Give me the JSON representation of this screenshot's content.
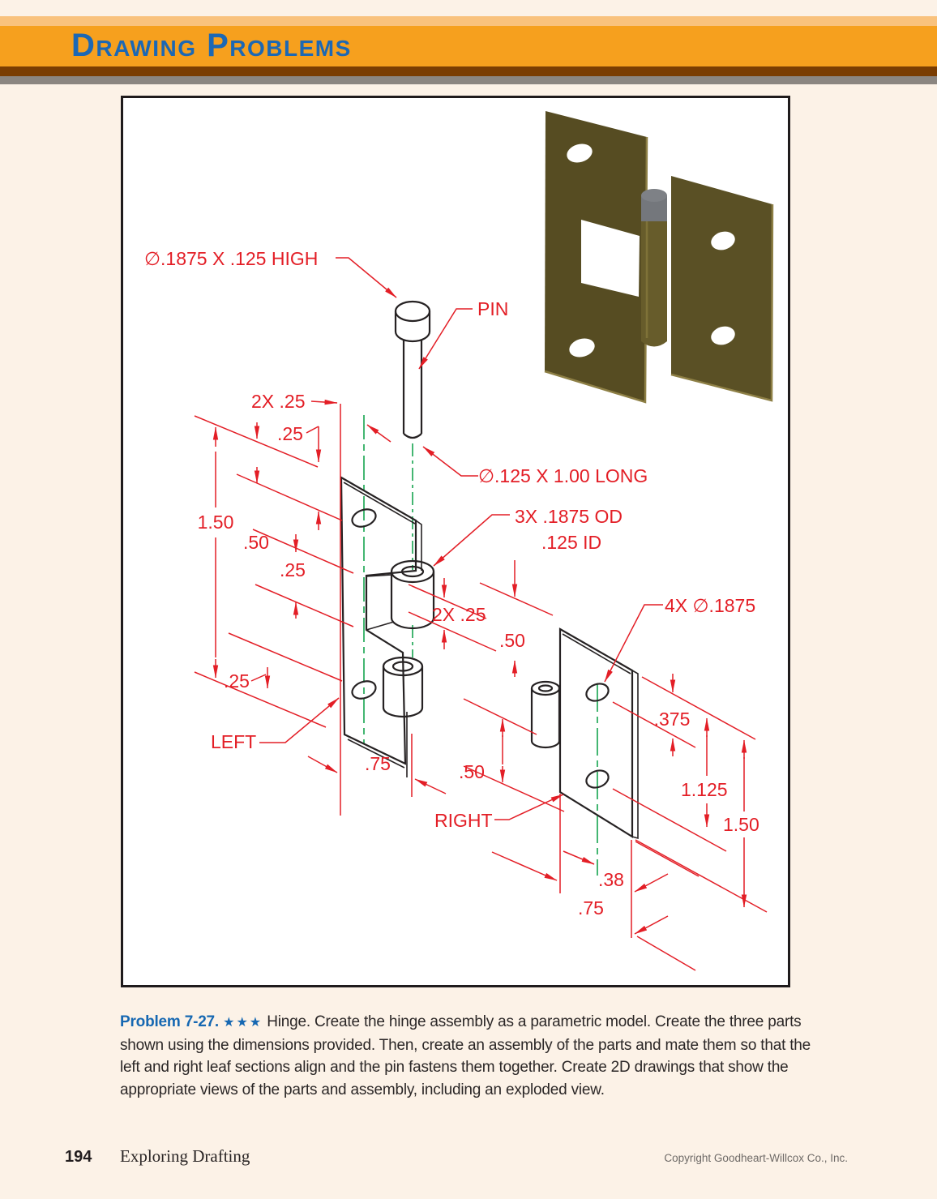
{
  "header": {
    "title": "Drawing Problems"
  },
  "figure": {
    "labels": {
      "dia_head": "∅.1875 X .125 HIGH",
      "pin": "PIN",
      "two_x_25_top": "2X .25",
      "p25_top": ".25",
      "dia_pin": "∅.125 X 1.00 LONG",
      "od": "3X .1875 OD",
      "id": ".125 ID",
      "p150_left": "1.50",
      "p50_left": ".50",
      "p25_mid": ".25",
      "two_x_25_mid": "2X .25",
      "p50_mid": ".50",
      "four_x_dia": "4X ∅.1875",
      "p25_low": ".25",
      "p375": ".375",
      "left": "LEFT",
      "p75_left": ".75",
      "p50_low": ".50",
      "p1125": "1.125",
      "right": "RIGHT",
      "p150_right": "1.50",
      "p38": ".38",
      "p75_right": ".75"
    }
  },
  "caption": {
    "problem_label": "Problem 7-27.",
    "stars": "★★★",
    "body": "Hinge. Create the hinge assembly as a parametric model. Create the three parts shown using the dimensions provided. Then, create an assembly of the parts and mate them so that the left and right leaf sections align and the pin fastens them together. Create 2D drawings that show the appropriate views of the parts and assembly, including an exploded view."
  },
  "footer": {
    "page_number": "194",
    "book_title": "Exploring Drafting",
    "copyright": "Copyright Goodheart-Willcox Co., Inc."
  },
  "colors": {
    "accent_orange": "#f6a01e",
    "title_blue": "#1c68b4",
    "dimension_red": "#e31e26",
    "centerline_green": "#2fae62"
  }
}
